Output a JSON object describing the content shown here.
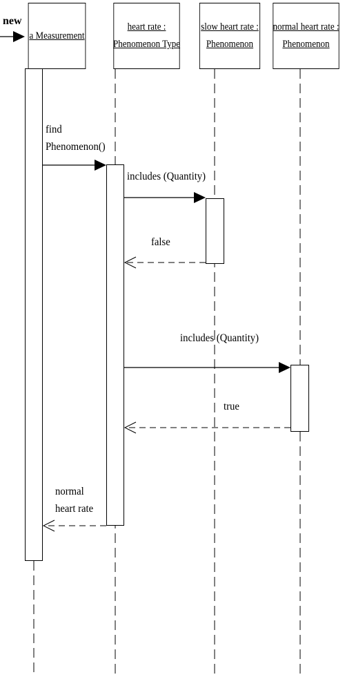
{
  "diagram": {
    "new_label": "new",
    "lifelines": [
      {
        "line1": "a Measurement",
        "line2": ""
      },
      {
        "line1": "heart rate :",
        "line2": "Phenomenon Type"
      },
      {
        "line1": "slow heart rate :",
        "line2": "Phenomenon"
      },
      {
        "line1": "normal heart rate :",
        "line2": "Phenomenon"
      }
    ],
    "messages": [
      {
        "line1": "find",
        "line2": "Phenomenon()",
        "kind": "call"
      },
      {
        "line1": "includes (Quantity)",
        "kind": "call"
      },
      {
        "line1": "false",
        "kind": "return"
      },
      {
        "line1": "includes (Quantity)",
        "kind": "call"
      },
      {
        "line1": "true",
        "kind": "return"
      },
      {
        "line1": "normal",
        "line2": "heart rate",
        "kind": "return"
      }
    ]
  }
}
